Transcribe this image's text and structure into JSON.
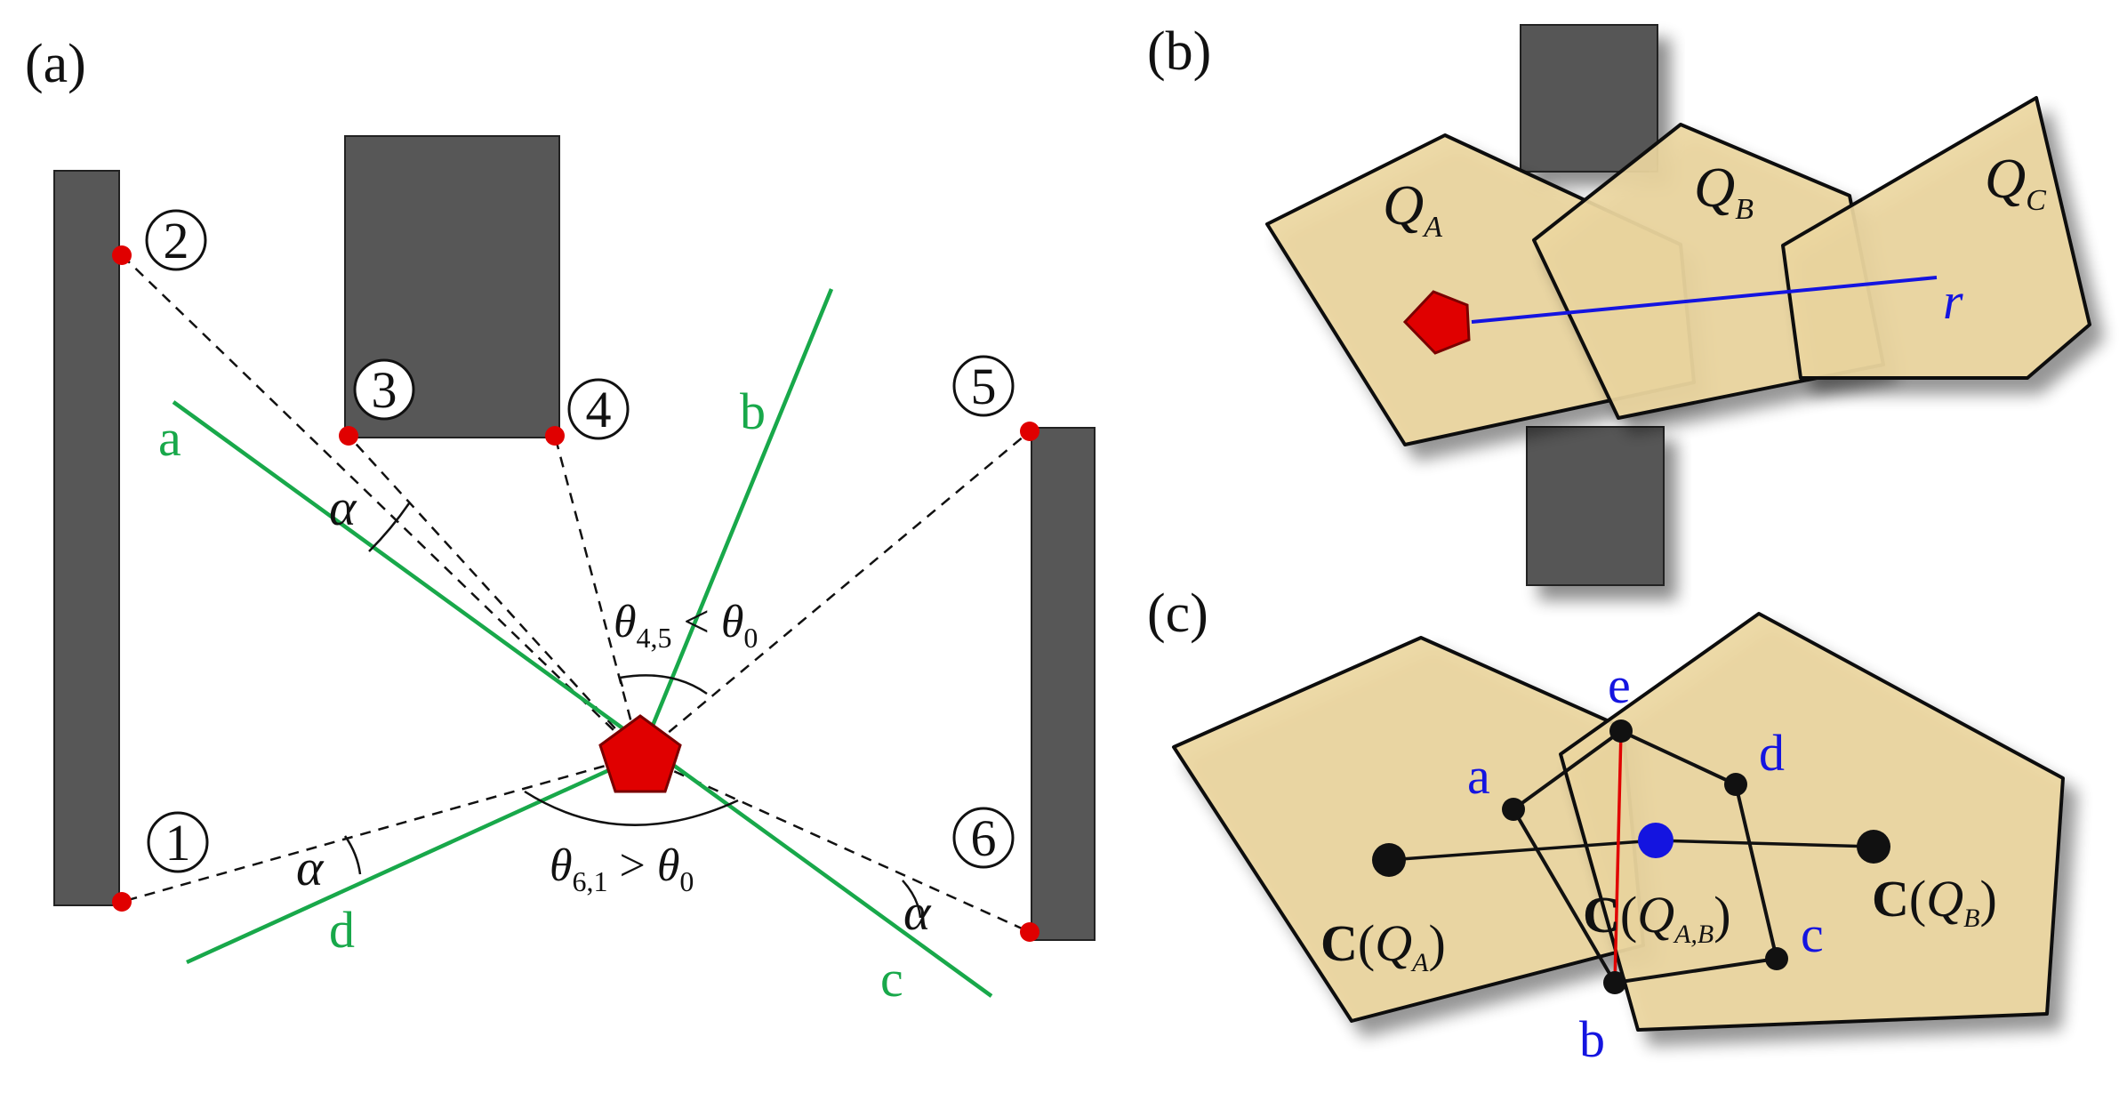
{
  "panels": {
    "a": {
      "tag": "(a)",
      "point_numbers": [
        "1",
        "2",
        "3",
        "4",
        "5",
        "6"
      ],
      "line_letters": [
        "a",
        "b",
        "c",
        "d"
      ],
      "alpha": "α",
      "angle_top": {
        "theta": "θ",
        "sub": "4,5",
        "rel": " < ",
        "theta0": "θ",
        "sub0": "0"
      },
      "angle_bottom": {
        "theta": "θ",
        "sub": "6,1",
        "rel": " > ",
        "theta0": "θ",
        "sub0": "0"
      },
      "colors": {
        "robot": "#e00000",
        "lines": "#18a84a",
        "points": "#e00000",
        "obstacle": "#575757"
      }
    },
    "b": {
      "tag": "(b)",
      "region_A": {
        "q": "Q",
        "sub": "A"
      },
      "region_B": {
        "q": "Q",
        "sub": "B"
      },
      "region_C": {
        "q": "Q",
        "sub": "C"
      },
      "ray_label": "r",
      "colors": {
        "region": "#ecd6a0",
        "ray": "#1414e0"
      }
    },
    "c": {
      "tag": "(c)",
      "vertex_letters": [
        "a",
        "b",
        "c",
        "d",
        "e"
      ],
      "centroid_A": {
        "c": "C",
        "open": "(",
        "q": "Q",
        "sub": "A",
        "close": ")"
      },
      "centroid_B": {
        "c": "C",
        "open": "(",
        "q": "Q",
        "sub": "B",
        "close": ")"
      },
      "centroid_AB": {
        "c": "C",
        "open": "(",
        "q": "Q",
        "sub": "A,B",
        "close": ")"
      },
      "colors": {
        "midpoint": "#1414e0",
        "cut": "#e00000"
      }
    }
  }
}
